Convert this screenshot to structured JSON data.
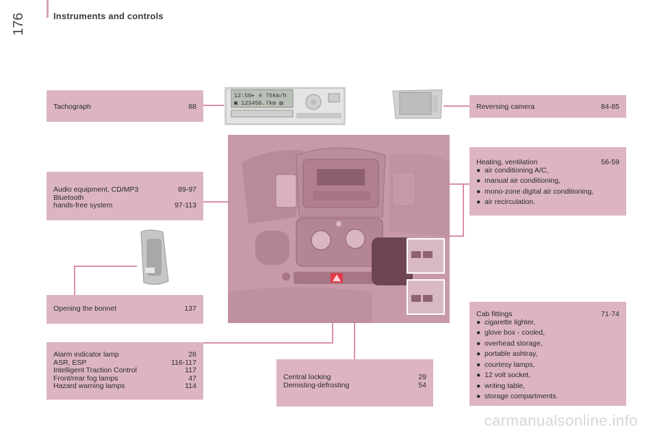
{
  "header": {
    "section_title": "Instruments and controls",
    "page_number": "176"
  },
  "boxes": {
    "tachograph": {
      "label": "Tachograph",
      "pages": "88"
    },
    "audio": {
      "rows": [
        {
          "label": "Audio equipment, CD/MP3",
          "pages": "89-97"
        },
        {
          "label": "Bluetooth",
          "pages": ""
        },
        {
          "label": "hands-free system",
          "pages": "97-113"
        }
      ]
    },
    "bonnet": {
      "label": "Opening the bonnet",
      "pages": "137"
    },
    "alarm": {
      "rows": [
        {
          "label": "Alarm indicator lamp",
          "pages": "26"
        },
        {
          "label": "ASR, ESP",
          "pages": "116-117"
        },
        {
          "label": "Intelligent Traction Control",
          "pages": "117"
        },
        {
          "label": "Front/rear fog lamps",
          "pages": "47"
        },
        {
          "label": "Hazard warning lamps",
          "pages": "114"
        }
      ]
    },
    "central": {
      "rows": [
        {
          "label": "Central locking",
          "pages": "29"
        },
        {
          "label": "Demisting-defrosting",
          "pages": "54"
        }
      ]
    },
    "camera": {
      "label": "Reversing camera",
      "pages": "84-85"
    },
    "heating": {
      "label": "Heating, ventilation",
      "pages": "56-59",
      "items": [
        "air conditioning A/C,",
        "manual air conditioning,",
        "mono-zone digital air conditioning,",
        "air recirculation."
      ]
    },
    "cab": {
      "label": "Cab fittings",
      "pages": "71-74",
      "items": [
        "cigarette lighter,",
        "glove box - cooled,",
        "overhead storage,",
        "portable ashtray,",
        "courtesy lamps,",
        "12 volt socket,",
        "writing table,",
        "storage compartments."
      ]
    }
  },
  "tachograph_display": {
    "line1": "12:50▸ ⊙ 75km/h",
    "line2": "▣ 123456.7km ▤"
  },
  "watermark": "carmanualsonline.info",
  "colors": {
    "box_bg": "#dcb5c1",
    "leader_line": "#d98fa6",
    "dashboard_tint": "#c89aa8"
  }
}
